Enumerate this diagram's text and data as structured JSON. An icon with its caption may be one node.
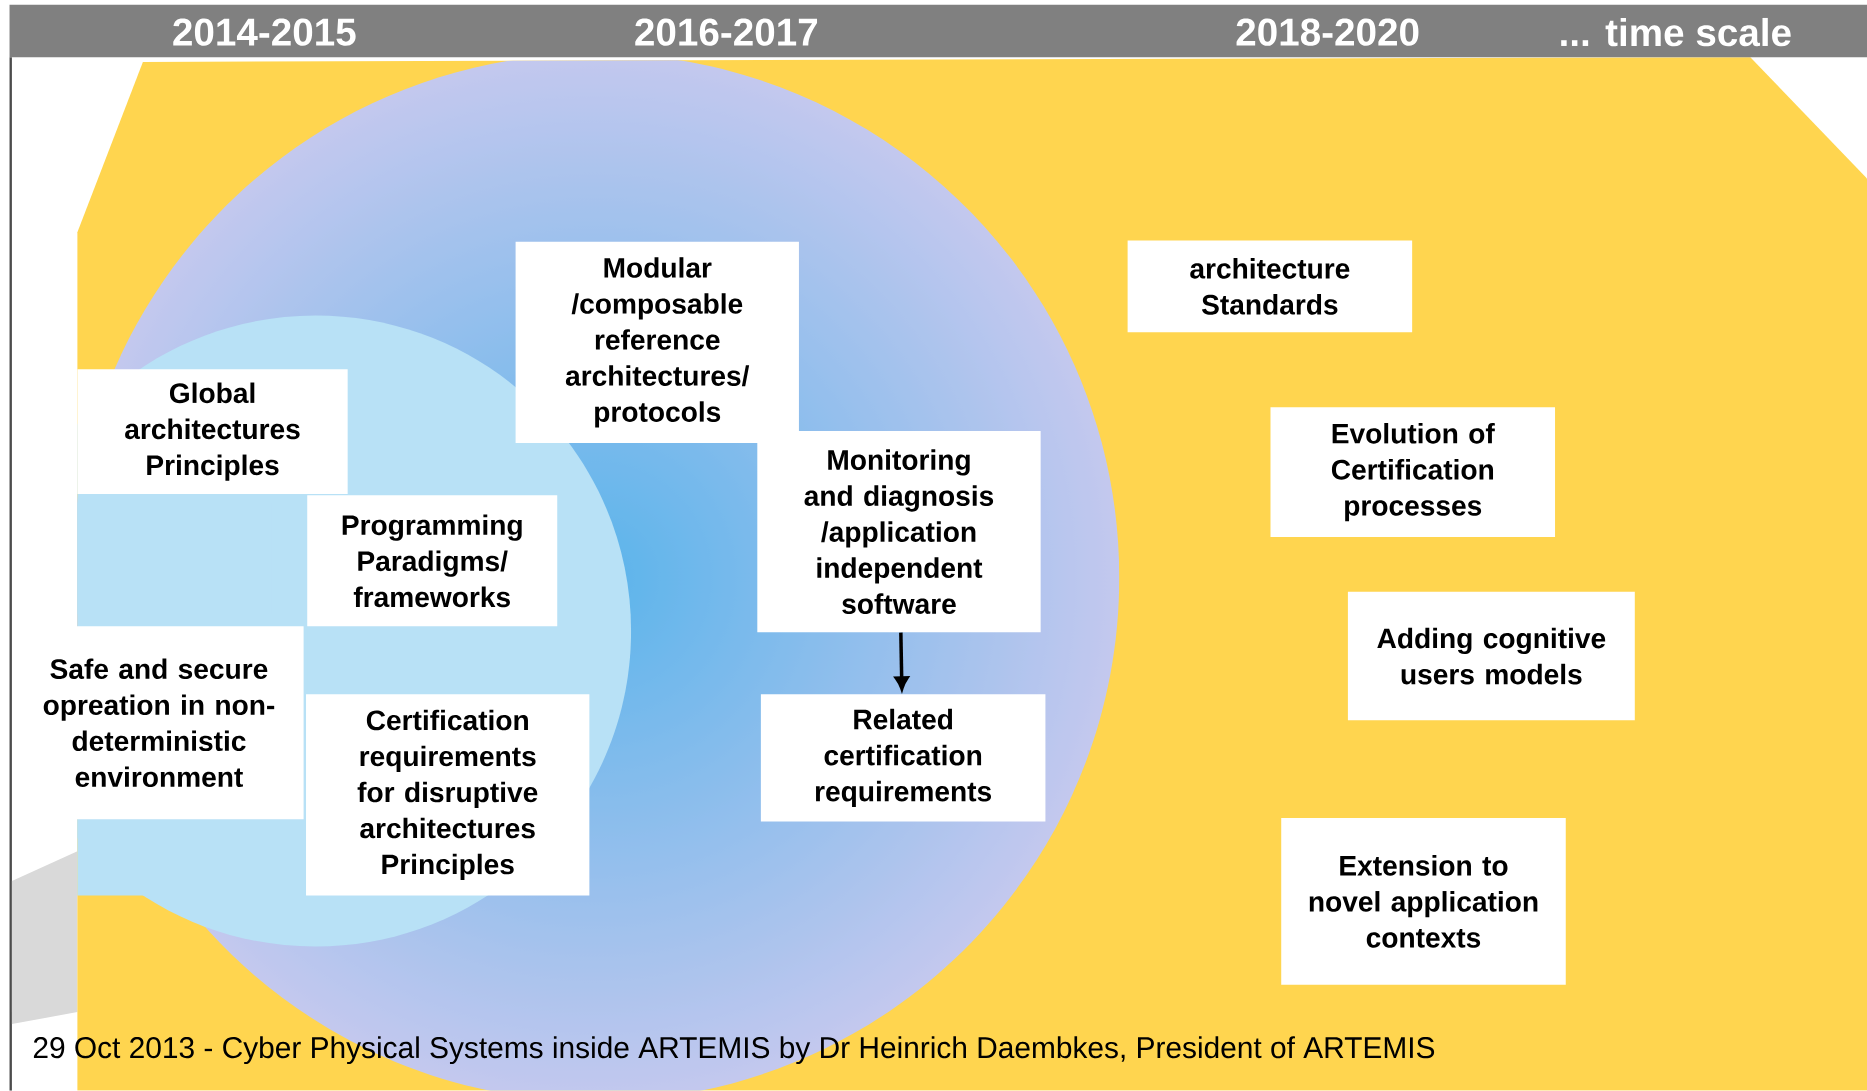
{
  "diagram": {
    "caption": "29 Oct 2013 - Cyber Physical Systems inside ARTEMIS by Dr Heinrich Daembkes, President of ARTEMIS",
    "nodes": [
      {
        "text": [
          "Global architectures Principles"
        ]
      },
      {
        "text": [
          "Programming Paradigms/ frameworks"
        ]
      },
      {
        "text": [
          "Safe and secure opreation in non-deterministic environment"
        ]
      },
      {
        "text": [
          "Certification requirements for disruptive architectures Principles"
        ]
      },
      {
        "text": [
          "Modular /composable reference architectures/ protocols"
        ]
      },
      {
        "text": [
          "Monitoring and diagnosis /application independent software"
        ]
      },
      {
        "text": [
          "Related certification requirements"
        ]
      },
      {
        "text": [
          "architecture Standards"
        ]
      },
      {
        "text": [
          "Evolution of Certification processes"
        ]
      },
      {
        "text": [
          "Adding cognitive users models"
        ]
      },
      {
        "text": [
          "Extension to novel application contexts"
        ]
      }
    ],
    "edges": [
      {
        "from": 5,
        "to": 6,
        "arrow": "to"
      }
    ],
    "labels": [
      "2014-2015",
      "2016-2017",
      "2018-2020",
      "... time scale"
    ]
  }
}
